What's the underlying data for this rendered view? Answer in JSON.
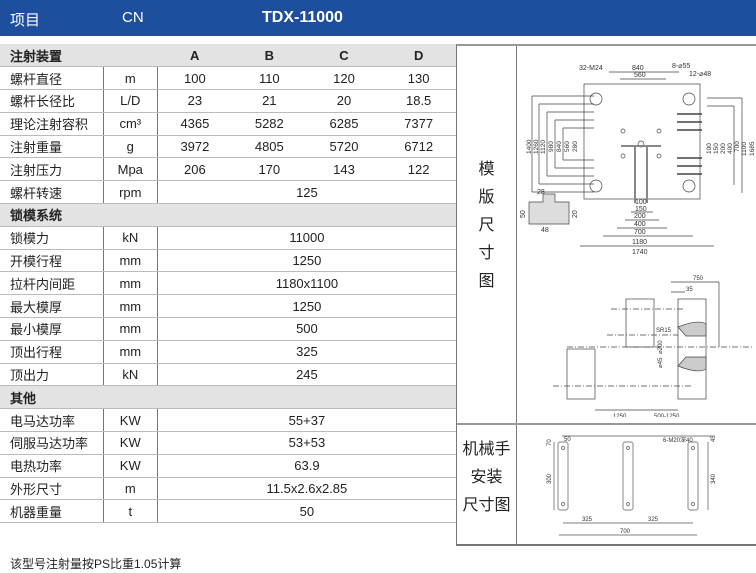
{
  "header": {
    "item": "项目",
    "cn": "CN",
    "model": "TDX-11000"
  },
  "sections": [
    {
      "title": "注射装置",
      "cols": [
        "A",
        "B",
        "C",
        "D"
      ],
      "rows": [
        {
          "label": "螺杆直径",
          "unit": "m",
          "values": [
            "100",
            "110",
            "120",
            "130"
          ]
        },
        {
          "label": "螺杆长径比",
          "unit": "L/D",
          "values": [
            "23",
            "21",
            "20",
            "18.5"
          ]
        },
        {
          "label": "理论注射容积",
          "unit": "cm³",
          "values": [
            "4365",
            "5282",
            "6285",
            "7377"
          ]
        },
        {
          "label": "注射重量",
          "unit": "g",
          "values": [
            "3972",
            "4805",
            "5720",
            "6712"
          ]
        },
        {
          "label": "注射压力",
          "unit": "Mpa",
          "values": [
            "206",
            "170",
            "143",
            "122"
          ]
        },
        {
          "label": "螺杆转速",
          "unit": "rpm",
          "value": "125"
        }
      ]
    },
    {
      "title": "锁模系统",
      "rows": [
        {
          "label": "锁模力",
          "unit": "kN",
          "value": "11000"
        },
        {
          "label": "开模行程",
          "unit": "mm",
          "value": "1250"
        },
        {
          "label": "拉杆内间距",
          "unit": "mm",
          "value": "1180x1100"
        },
        {
          "label": "最大模厚",
          "unit": "mm",
          "value": "1250"
        },
        {
          "label": "最小模厚",
          "unit": "mm",
          "value": "500"
        },
        {
          "label": "顶出行程",
          "unit": "mm",
          "value": "325"
        },
        {
          "label": "顶出力",
          "unit": "kN",
          "value": "245"
        }
      ]
    },
    {
      "title": "其他",
      "rows": [
        {
          "label": "电马达功率",
          "unit": "KW",
          "value": "55+37"
        },
        {
          "label": "伺服马达功率",
          "unit": "KW",
          "value": "53+53"
        },
        {
          "label": "电热功率",
          "unit": "KW",
          "value": "63.9"
        },
        {
          "label": "外形尺寸",
          "unit": "m",
          "value": "11.5x2.6x2.85"
        },
        {
          "label": "机器重量",
          "unit": "t",
          "value": "50"
        }
      ]
    }
  ],
  "right": {
    "platen_label": [
      "模",
      "版",
      "尺",
      "寸",
      "图"
    ],
    "robot_label": [
      "机械手",
      "安装",
      "尺寸图"
    ],
    "platen_dims": {
      "m24": "32-M24",
      "d55": "8-⌀55",
      "d48": "12-⌀48",
      "h840": "840",
      "h560": "560",
      "h1180": "1180",
      "h1740": "1740",
      "h700": "700",
      "h400": "400",
      "h200": "200",
      "h150": "150",
      "h100": "100",
      "v1400": "1400",
      "v1260": "1260",
      "v1120": "1120",
      "v980": "980",
      "v840": "840",
      "v560": "560",
      "v280": "280",
      "v1685": "1685",
      "v1100": "1100",
      "v700": "700",
      "v400": "400",
      "v200": "200",
      "v150": "150",
      "v100": "100",
      "s28": "28",
      "s50": "50",
      "s20": "20",
      "s48": "48"
    },
    "side_dims": {
      "d750": "750",
      "d35": "35",
      "sr": "SR15",
      "d200": "⌀200",
      "d45": "⌀45",
      "d1250": "1250",
      "d500": "500-1250"
    },
    "robot_dims": {
      "d50": "50",
      "d70": "70",
      "d300": "300",
      "m20": "6-M20深40",
      "d45": "45",
      "d340": "340",
      "d325a": "325",
      "d325b": "325",
      "d700": "700"
    }
  },
  "footer": "该型号注射量按PS比重1.05计算"
}
